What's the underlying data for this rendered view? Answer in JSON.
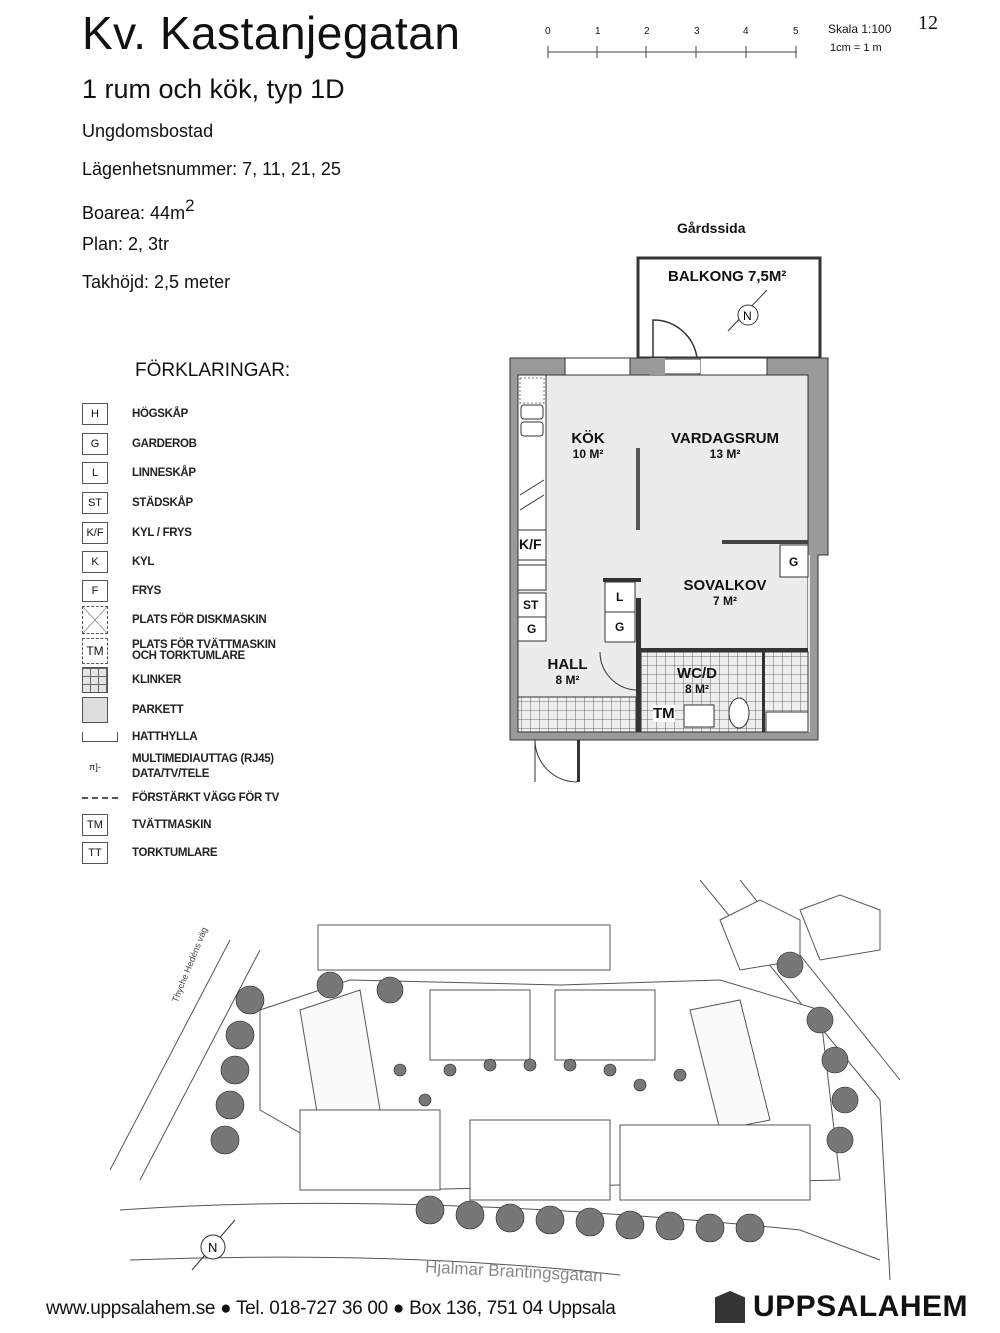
{
  "header": {
    "title": "Kv. Kastanjegatan",
    "subtitle": "1 rum och kök, typ 1D",
    "page_number": "12",
    "info": [
      "Ungdomsbostad",
      "Lägenhetsnummer: 7, 11, 21, 25",
      "Boarea: 44m",
      "Plan:  2, 3tr",
      "Takhöjd: 2,5 meter"
    ],
    "area_superscript": "2"
  },
  "scale": {
    "ticks": [
      "0",
      "1",
      "2",
      "3",
      "4",
      "5"
    ],
    "label": "Skala 1:100",
    "sublabel": "1cm = 1 m"
  },
  "legend": {
    "title": "FÖRKLARINGAR:",
    "items": [
      {
        "symbol": "H",
        "label": "HÖGSKÅP"
      },
      {
        "symbol": "G",
        "label": "GARDEROB"
      },
      {
        "symbol": "L",
        "label": "LINNESKÅP"
      },
      {
        "symbol": "ST",
        "label": "STÄDSKÅP"
      },
      {
        "symbol": "K/F",
        "label": "KYL / FRYS"
      },
      {
        "symbol": "K",
        "label": "KYL"
      },
      {
        "symbol": "F",
        "label": "FRYS"
      },
      {
        "symbol": "",
        "label": "PLATS FÖR DISKMASKIN"
      },
      {
        "symbol": "TM",
        "label": "PLATS FÖR TVÄTTMASKIN OCH TORKTUMLARE"
      },
      {
        "symbol": "",
        "label": "KLINKER"
      },
      {
        "symbol": "",
        "label": "PARKETT"
      },
      {
        "symbol": "",
        "label": "HATTHYLLA"
      },
      {
        "symbol": "",
        "label": "MULTIMEDIAUTTAG (RJ45) DATA/TV/TELE"
      },
      {
        "symbol": "",
        "label": "FÖRSTÄRKT VÄGG FÖR TV"
      },
      {
        "symbol": "TM",
        "label": "TVÄTTMASKIN"
      },
      {
        "symbol": "TT",
        "label": "TORKTUMLARE"
      }
    ]
  },
  "floorplan": {
    "orientation": "Gårdssida",
    "balcony": "BALKONG 7,5M²",
    "north": "N",
    "rooms": [
      {
        "name": "KÖK",
        "area": "10 M²"
      },
      {
        "name": "VARDAGSRUM",
        "area": "13 M²"
      },
      {
        "name": "SOVALKOV",
        "area": "7 M²"
      },
      {
        "name": "HALL",
        "area": "8 M²"
      },
      {
        "name": "WC/D",
        "area": "8 M²"
      }
    ],
    "fixtures": [
      "K/F",
      "ST",
      "G",
      "L",
      "G",
      "G",
      "TM"
    ]
  },
  "site_plan": {
    "streets": [
      "Thyche Hedéns väg",
      "Hjalmar Brantingsgatan"
    ],
    "north": "N"
  },
  "footer": {
    "contact": "www.uppsalahem.se  ●  Tel. 018-727 36 00  ●  Box 136, 751 04 Uppsala",
    "logo": "UPPSALAHEM"
  },
  "colors": {
    "ink": "#111111",
    "wall": "#9a9a9a",
    "floor": "#ececec"
  }
}
